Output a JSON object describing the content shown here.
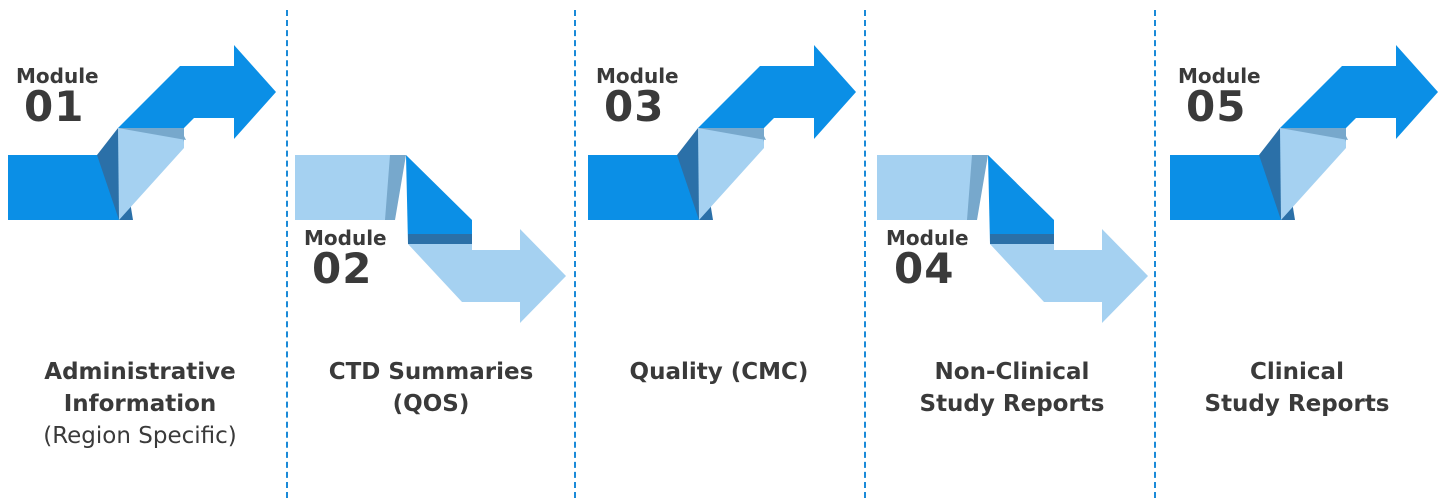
{
  "colors": {
    "dark_blue": "#0b8fe6",
    "light_blue": "#a5d1f1",
    "fold_dark": "#2b70a8",
    "fold_light": "#77a8cc",
    "text": "#3a3a3a",
    "divider": "#1a8ad8"
  },
  "modules": [
    {
      "word": "Module",
      "number": "01",
      "direction": "up",
      "caption": {
        "title_lines": [
          "Administrative",
          "Information"
        ],
        "subtitle": "(Region Specific)"
      }
    },
    {
      "word": "Module",
      "number": "02",
      "direction": "down",
      "caption": {
        "title_lines": [
          "CTD Summaries",
          "(QOS)"
        ],
        "subtitle": ""
      }
    },
    {
      "word": "Module",
      "number": "03",
      "direction": "up",
      "caption": {
        "title_lines": [
          "Quality (CMC)"
        ],
        "subtitle": ""
      }
    },
    {
      "word": "Module",
      "number": "04",
      "direction": "down",
      "caption": {
        "title_lines": [
          "Non-Clinical",
          "Study Reports"
        ],
        "subtitle": ""
      }
    },
    {
      "word": "Module",
      "number": "05",
      "direction": "up",
      "caption": {
        "title_lines": [
          "Clinical",
          "Study Reports"
        ],
        "subtitle": ""
      }
    }
  ]
}
